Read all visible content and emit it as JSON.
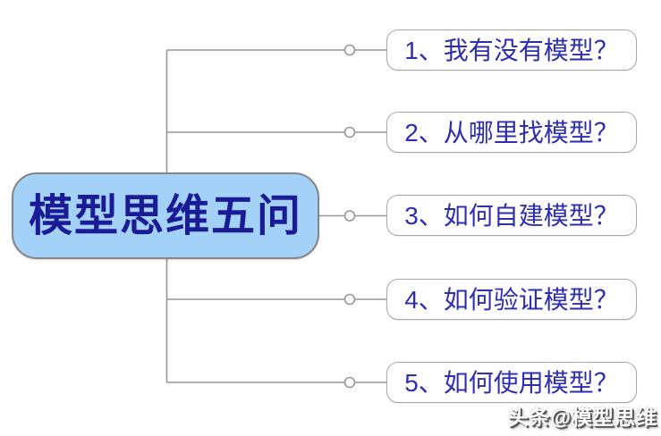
{
  "root": {
    "label": "模型思维五问"
  },
  "branches": [
    {
      "label": "1、我有没有模型？"
    },
    {
      "label": "2、从哪里找模型？"
    },
    {
      "label": "3、如何自建模型？"
    },
    {
      "label": "4、如何验证模型？"
    },
    {
      "label": "5、如何使用模型？"
    }
  ],
  "watermark": {
    "text": "头条@模型思维"
  },
  "colors": {
    "background": "#ffffff",
    "root_fill": "#a3d1f7",
    "root_border": "#858585",
    "root_text": "#1b1b96",
    "branch_fill": "#ffffff",
    "branch_border": "#a8a8a8",
    "branch_text": "#2e2eb0",
    "connector_line": "#979797",
    "connector_dot_fill": "#ffffff",
    "watermark_text": "#ffffff",
    "watermark_shadow": "#555555"
  }
}
